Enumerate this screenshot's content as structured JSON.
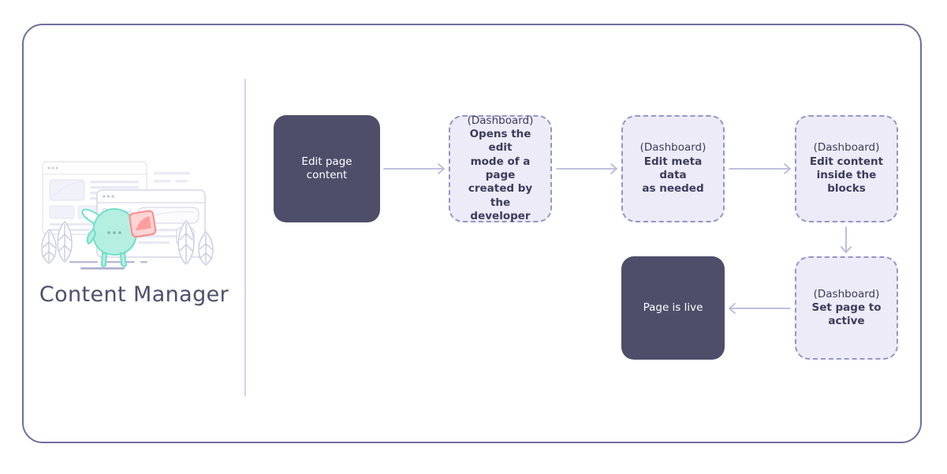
{
  "card": {
    "border_color": "#6f6f9e"
  },
  "left_panel": {
    "title": "Content Manager",
    "illustration_name": "content-manager-mascot-illustration",
    "mascot_color": "#7fe3cf",
    "mascot_fill": "#b8f0e4",
    "card_accent_color": "#ff8a8a"
  },
  "flow": {
    "accent_solid_color": "#4e4e6a",
    "accent_dashed_fill": "#ecebf7",
    "accent_dashed_border": "#9595c4",
    "arrow_color": "#b8b8dc",
    "nodes": [
      {
        "id": "edit-page-content",
        "type": "solid",
        "lead": "",
        "label": "Edit page\ncontent"
      },
      {
        "id": "open-edit-mode",
        "type": "dashed",
        "lead": "(Dashboard)",
        "label": "Opens the edit\nmode of a page\ncreated by the\ndeveloper"
      },
      {
        "id": "edit-meta-data",
        "type": "dashed",
        "lead": "(Dashboard)",
        "label": "Edit meta data\nas needed"
      },
      {
        "id": "edit-content-blocks",
        "type": "dashed",
        "lead": "(Dashboard)",
        "label": "Edit content\ninside the\nblocks"
      },
      {
        "id": "set-page-active",
        "type": "dashed",
        "lead": "(Dashboard)",
        "label": "Set page to\nactive"
      },
      {
        "id": "page-is-live",
        "type": "solid",
        "lead": "",
        "label": "Page is live"
      }
    ],
    "connectors": [
      {
        "id": "edit-page-content-to-open-edit-mode",
        "direction": "right"
      },
      {
        "id": "open-edit-mode-to-edit-meta-data",
        "direction": "right"
      },
      {
        "id": "edit-meta-data-to-edit-content-blocks",
        "direction": "right"
      },
      {
        "id": "edit-content-blocks-to-set-page-active",
        "direction": "down"
      },
      {
        "id": "set-page-active-to-page-is-live",
        "direction": "left"
      }
    ]
  }
}
